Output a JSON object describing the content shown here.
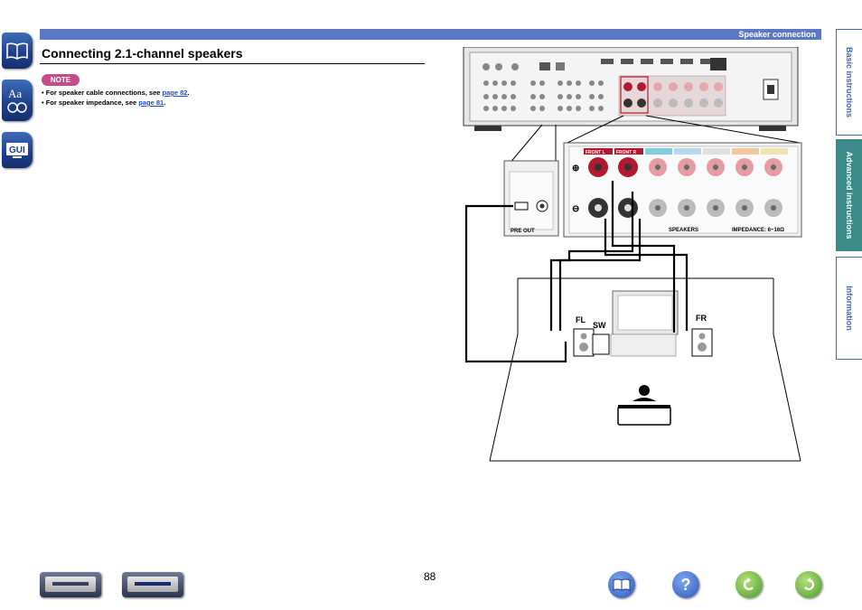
{
  "header": {
    "section_label": "Speaker connection"
  },
  "page_title": "Connecting 2.1-channel speakers",
  "note": {
    "badge": "NOTE",
    "items": [
      {
        "text": "• For speaker cable connections, see ",
        "link": "page 82",
        "end": "."
      },
      {
        "text": "• For speaker impedance, see ",
        "link": "page 81",
        "end": "."
      }
    ]
  },
  "left_tabs": [
    {
      "icon": "book-contents-icon"
    },
    {
      "icon": "glossary-index-icon"
    },
    {
      "icon": "gui-menu-icon",
      "label": "GUI"
    }
  ],
  "right_tabs": [
    {
      "label": "Basic instructions",
      "active": false
    },
    {
      "label": "Advanced instructions",
      "active": true
    },
    {
      "label": "Information",
      "active": false
    }
  ],
  "diagram": {
    "speakers": {
      "front_left": "FL",
      "subwoofer": "SW",
      "front_right": "FR"
    },
    "panel_labels": {
      "pre_out": "PRE OUT",
      "speakers": "SPEAKERS",
      "impedance": "IMPEDANCE: 6~16Ω",
      "front_l": "FRONT L",
      "front_r": "FRONT R"
    }
  },
  "page_number": "88",
  "bottom_nav": {
    "left": [
      "front-panel-icon",
      "display-icon"
    ],
    "right": [
      "book-icon",
      "help-icon",
      "back-icon",
      "forward-icon"
    ],
    "help_glyph": "?"
  }
}
